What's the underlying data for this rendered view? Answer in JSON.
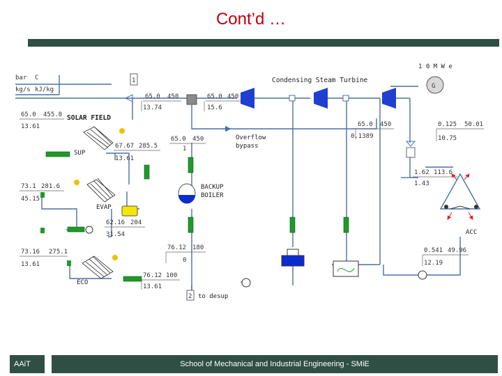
{
  "slide": {
    "title": "Cont’d …",
    "footer_left": "AAiT",
    "footer_right": "School of Mechanical and Industrial Engineering - SMiE"
  },
  "diagram": {
    "header": {
      "bar": "bar",
      "c": "C",
      "kgs": "kg/s",
      "kjkg": "kJ/kg"
    },
    "generator": {
      "rating": "1 0 M W e",
      "label": "G"
    },
    "turbine_label": "Condensing Steam Turbine",
    "solar_field_label": "SOLAR FIELD",
    "sup_label": "SUP",
    "evap_label": "EVAP",
    "eco_label": "ECO",
    "backup_label": "BACKUP",
    "boiler_label": "BOILER",
    "overflow_label": "Overflow",
    "bypass_label": "bypass",
    "acc_label": "ACC",
    "desup_label": "to desup",
    "valve_marker": "1",
    "desup_marker": "2",
    "values": {
      "inlet_top_left": "65.0",
      "inlet_top_right": "450",
      "inlet_bot": "13.74",
      "stop_top_left": "65.0",
      "stop_top_right": "450",
      "stop_bot": "15.6",
      "sf_top_left": "65.0",
      "sf_top_right": "455.8",
      "sf_bot": "13.61",
      "sup_out_left": "67.67",
      "sup_out_right": "285.5",
      "sup_out_bot": "13.61",
      "boil_top_left": "65.0",
      "boil_top_right": "450",
      "boil_bot": "1",
      "ext_top_left": "65.0",
      "ext_top_right": "450",
      "ext_bot": "0.1389",
      "exh_top_left": "0.125",
      "exh_top_right": "50.01",
      "exh_bot": "10.75",
      "evap_in_left": "73.1",
      "evap_in_right": "281.6",
      "evap_in_bot": "45.15",
      "cond_top_left": "1.62",
      "cond_top_right": "113.6",
      "cond_bot": "1.43",
      "evap_out_left": "62.16",
      "evap_out_right": "204",
      "evap_out_bot": "31.54",
      "fw_top_left": "76.12",
      "fw_top_right": "180",
      "fw_bot": "0",
      "eco_in_left": "73.16",
      "eco_in_right": "275.1",
      "eco_in_bot": "13.61",
      "pump_left": "0.541",
      "pump_right": "49.96",
      "pump_bot": "12.19",
      "eco_out_left": "76.12",
      "eco_out_right": "100",
      "eco_out_bot": "13.61"
    }
  },
  "colors": {
    "title": "#c0000b",
    "bar": "#2f4f44",
    "pipe": "#4a6fa5",
    "turbine": "#1f3fd0",
    "heater": "#1f9a2a",
    "tank_yellow": "#f5e800",
    "tank_blue": "#0a2cd0",
    "acc_arrow": "#e02020",
    "sun": "#f0c000"
  }
}
